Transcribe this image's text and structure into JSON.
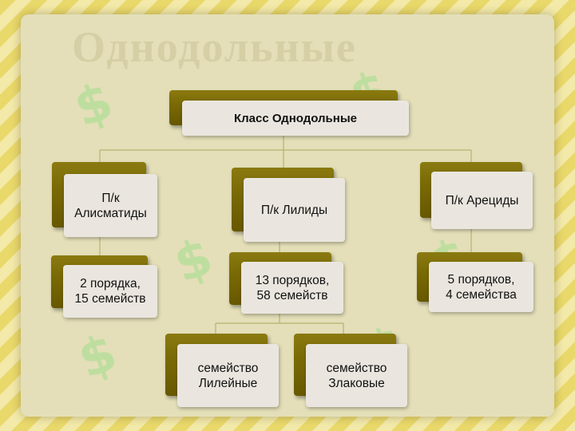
{
  "watermark_title": "Однодольные",
  "root": {
    "label": "Класс Однодольные"
  },
  "subclasses": [
    {
      "label": "П/к\nАлисматиды",
      "detail": "2 порядка,\n15 семейств"
    },
    {
      "label": "П/к Лилиды",
      "detail": "13 порядков,\n58 семейств"
    },
    {
      "label": "П/к Арециды",
      "detail": "5 порядков,\n4 семейства"
    }
  ],
  "families": [
    {
      "label": "семейство\nЛилейные"
    },
    {
      "label": "семейство\nЗлаковые"
    }
  ],
  "colors": {
    "accent": "#7a6a05",
    "card": "#eae6df",
    "line": "#b8b070",
    "stripe": "#e9d86a"
  }
}
